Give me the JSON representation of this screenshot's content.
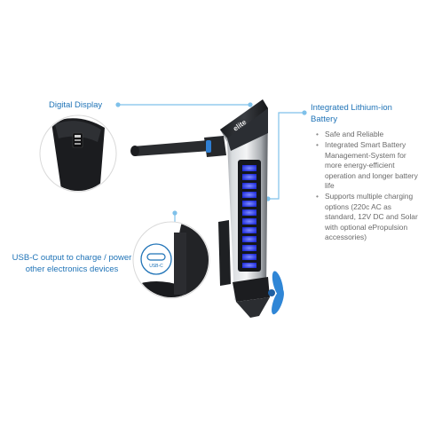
{
  "labels": {
    "digital_display": "Digital Display",
    "usbc": "USB-C output to charge / power other electronics devices",
    "battery_title": "Integrated Lithium-ion Battery"
  },
  "features": [
    "Safe and Reliable",
    "Integrated Smart Battery Management-System for more energy-efficient operation and longer battery life",
    "Supports multiple charging options (220c AC as standard, 12V DC and Solar with optional ePropulsion accessories)"
  ],
  "product": {
    "brand": "elite",
    "port_label": "USB-C"
  },
  "colors": {
    "accent": "#1f73b7",
    "callout_line": "#7fc1ea",
    "battery_glow": "#3b5bff"
  }
}
